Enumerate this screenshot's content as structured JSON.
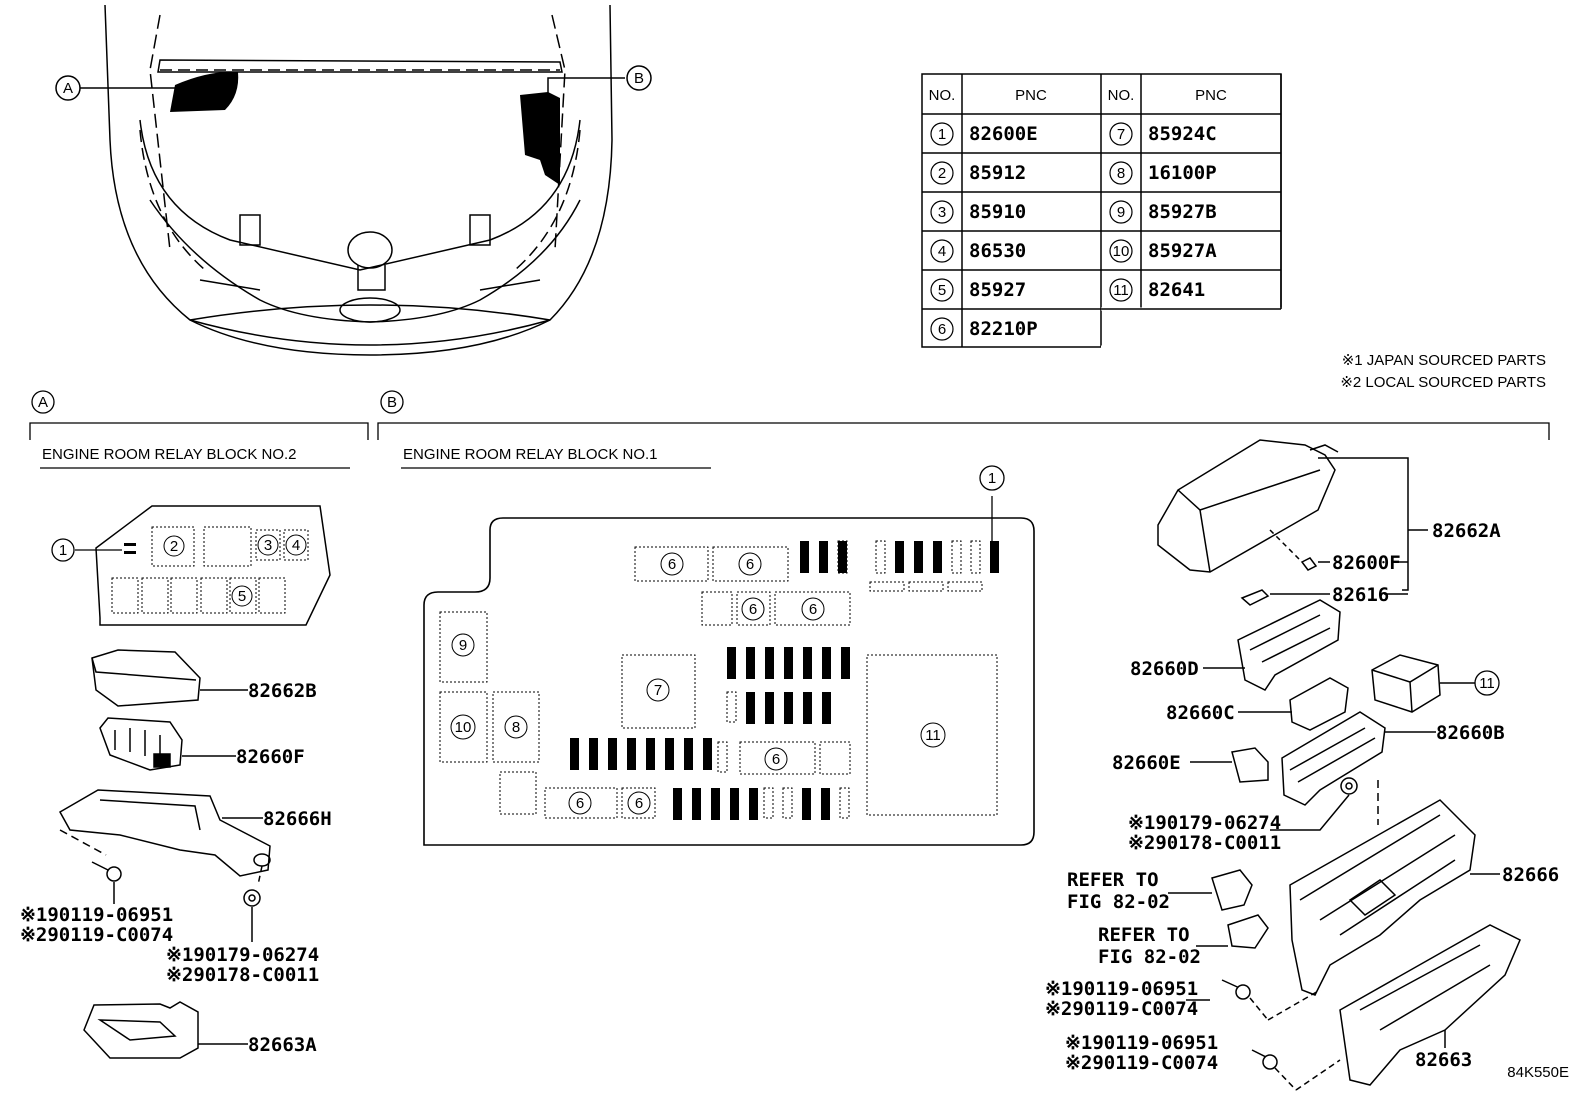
{
  "callouts": {
    "a": "A",
    "b": "B"
  },
  "table": {
    "headers": [
      "NO.",
      "PNC",
      "NO.",
      "PNC"
    ],
    "left": [
      {
        "no": "1",
        "pnc": "82600E"
      },
      {
        "no": "2",
        "pnc": "85912"
      },
      {
        "no": "3",
        "pnc": "85910"
      },
      {
        "no": "4",
        "pnc": "86530"
      },
      {
        "no": "5",
        "pnc": "85927"
      },
      {
        "no": "6",
        "pnc": "82210P"
      }
    ],
    "right": [
      {
        "no": "7",
        "pnc": "85924C"
      },
      {
        "no": "8",
        "pnc": "16100P"
      },
      {
        "no": "9",
        "pnc": "85927B"
      },
      {
        "no": "10",
        "pnc": "85927A"
      },
      {
        "no": "11",
        "pnc": "82641"
      }
    ]
  },
  "notes": [
    "※1 JAPAN SOURCED PARTS",
    "※2 LOCAL SOURCED PARTS"
  ],
  "sections": {
    "a_title": "ENGINE ROOM RELAY BLOCK NO.2",
    "b_title": "ENGINE ROOM RELAY BLOCK NO.1"
  },
  "relay_block_2": {
    "n1": "1",
    "n2": "2",
    "n3": "3",
    "n4": "4",
    "n5": "5"
  },
  "relay_block_1": {
    "n1": "1",
    "n6": "6",
    "n7": "7",
    "n8": "8",
    "n9": "9",
    "n10": "10",
    "n11": "11"
  },
  "parts_a": {
    "p82662B": "82662B",
    "p82660F": "82660F",
    "p82666H": "82666H",
    "bolt1": "※190119-06951",
    "bolt2": "※290119-C0074",
    "nut1": "※190179-06274",
    "nut2": "※290178-C0011",
    "p82663A": "82663A"
  },
  "parts_b": {
    "p82662A": "82662A",
    "p82600F": "82600F",
    "p82616": "82616",
    "p82660D": "82660D",
    "p82660C": "82660C",
    "p82660B": "82660B",
    "p82660E": "82660E",
    "n11": "11",
    "nut1": "※190179-06274",
    "nut2": "※290178-C0011",
    "p82666": "82666",
    "refer1a": "REFER TO",
    "refer1b": "FIG 82-02",
    "refer2a": "REFER TO",
    "refer2b": "FIG 82-02",
    "boltA1": "※190119-06951",
    "boltA2": "※290119-C0074",
    "boltB1": "※190119-06951",
    "boltB2": "※290119-C0074",
    "p82663": "82663"
  },
  "figure_code": "84K550E"
}
